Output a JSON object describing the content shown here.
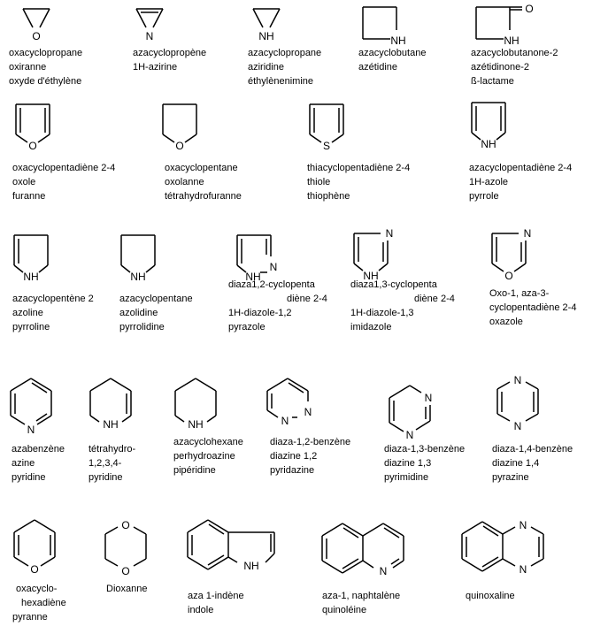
{
  "compounds": [
    {
      "atoms": [
        "O"
      ],
      "names": [
        "oxacyclopropane",
        "oxiranne",
        "oxyde  d'éthylène"
      ]
    },
    {
      "atoms": [
        "N"
      ],
      "names": [
        "azacyclopropène",
        "1H-azirine"
      ]
    },
    {
      "atoms": [
        "NH"
      ],
      "names": [
        "azacyclopropane",
        "aziridine",
        "éthylènenimine"
      ]
    },
    {
      "atoms": [
        "NH"
      ],
      "names": [
        "azacyclobutane",
        "azétidine"
      ]
    },
    {
      "atoms": [
        "O",
        "NH"
      ],
      "names": [
        "azacyclobutanone-2",
        "azétidinone-2",
        "ß-lactame"
      ]
    },
    {
      "atoms": [
        "O"
      ],
      "names": [
        "oxacyclopentadiène  2-4",
        "oxole",
        "furanne"
      ]
    },
    {
      "atoms": [
        "O"
      ],
      "names": [
        "oxacyclopentane",
        "oxolanne",
        "tétrahydrofuranne"
      ]
    },
    {
      "atoms": [
        "S"
      ],
      "names": [
        "thiacyclopentadiène  2-4",
        "thiole",
        "thiophène"
      ]
    },
    {
      "atoms": [
        "NH"
      ],
      "names": [
        "azacyclopentadiène  2-4",
        "1H-azole",
        "pyrrole"
      ]
    },
    {
      "atoms": [
        "NH"
      ],
      "names": [
        "azacyclopentène  2",
        "azoline",
        "pyrroline"
      ]
    },
    {
      "atoms": [
        "NH"
      ],
      "names": [
        "azacyclopentane",
        "azolidine",
        "pyrrolidine"
      ]
    },
    {
      "atoms": [
        "N",
        "NH"
      ],
      "names": [
        "diaza1,2-cyclopenta",
        "diène 2-4",
        "1H-diazole-1,2",
        "pyrazole"
      ]
    },
    {
      "atoms": [
        "N",
        "NH"
      ],
      "names": [
        "diaza1,3-cyclopenta",
        "diène 2-4",
        "1H-diazole-1,3",
        "imidazole"
      ]
    },
    {
      "atoms": [
        "N",
        "O"
      ],
      "names": [
        "Oxo-1,  aza-3-",
        "cyclopentadiène  2-4",
        "oxazole"
      ]
    },
    {
      "atoms": [
        "N"
      ],
      "names": [
        "azabenzène",
        "azine",
        "pyridine"
      ]
    },
    {
      "atoms": [
        "NH"
      ],
      "names": [
        "tétrahydro-",
        "1,2,3,4-",
        "pyridine"
      ]
    },
    {
      "atoms": [
        "NH"
      ],
      "names": [
        "azacyclohexane",
        "perhydroazine",
        "pipéridine"
      ]
    },
    {
      "atoms": [
        "N",
        "N"
      ],
      "names": [
        "diaza-1,2-benzène",
        "diazine  1,2",
        "pyridazine"
      ]
    },
    {
      "atoms": [
        "N",
        "N"
      ],
      "names": [
        "diaza-1,3-benzène",
        "diazine  1,3",
        "pyrimidine"
      ]
    },
    {
      "atoms": [
        "N",
        "N"
      ],
      "names": [
        "diaza-1,4-benzène",
        "diazine  1,4",
        "pyrazine"
      ]
    },
    {
      "atoms": [
        "O"
      ],
      "names": [
        "oxacyclo-",
        "hexadiène",
        "pyranne"
      ]
    },
    {
      "atoms": [
        "O",
        "O"
      ],
      "names": [
        "Dioxanne"
      ]
    },
    {
      "atoms": [
        "NH"
      ],
      "names": [
        "aza  1-indène",
        "indole"
      ]
    },
    {
      "atoms": [
        "N"
      ],
      "names": [
        "aza-1,  naphtalène",
        "quinoléine"
      ]
    },
    {
      "atoms": [
        "N",
        "N"
      ],
      "names": [
        "quinoxaline"
      ]
    }
  ]
}
